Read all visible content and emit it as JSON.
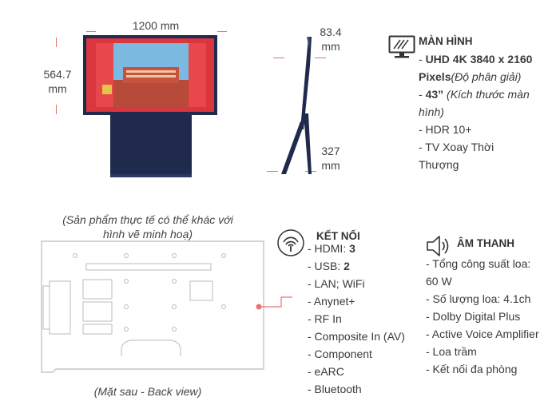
{
  "dimensions": {
    "width": "1200 mm",
    "height_value": "564.7",
    "height_unit": "mm",
    "depth_top_value": "83.4",
    "depth_top_unit": "mm",
    "depth_bottom_value": "327",
    "depth_bottom_unit": "mm"
  },
  "screen": {
    "title": "MÀN HÌNH",
    "icon": "monitor-icon",
    "resolution_prefix": "- ",
    "resolution_bold": "UHD 4K 3840 x 2160",
    "resolution_bold2": "Pixels",
    "resolution_note": "(Độ phân giải)",
    "size_prefix": "- ",
    "size_bold": "43”",
    "size_note_1": " (Kích thước màn",
    "size_note_2": "hình)",
    "items": [
      "- HDR 10+",
      "- TV Xoay Thời",
      "Thượng"
    ]
  },
  "rear_note": {
    "line1": "(Sản phẩm thực tế có thể khác với",
    "line2": "hình vẽ minh hoạ)",
    "back_label": "(Mặt sau - Back view)"
  },
  "connect": {
    "title": "KẾT NỐI",
    "icon": "wireless-signal-icon",
    "hdmi_label": "- HDMI: ",
    "hdmi_value": "3",
    "usb_label": "- USB: ",
    "usb_value": "2",
    "items": [
      "- LAN; WiFi",
      "- Anynet+",
      "- RF In",
      "- Composite In (AV)",
      "- Component",
      "- eARC",
      "- Bluetooth"
    ]
  },
  "sound": {
    "title": "ÂM THANH",
    "icon": "speaker-icon",
    "items": [
      "- Tổng công suất loa:",
      "60 W",
      "- Số lượng loa: 4.1ch",
      "- Dolby Digital Plus",
      "- Active Voice Amplifier",
      "- Loa trầm",
      "- Kết nối đa phòng"
    ]
  },
  "colors": {
    "accent": "#e57373",
    "tv_body": "#1f2a4d",
    "frame_red": "#d9363e"
  }
}
